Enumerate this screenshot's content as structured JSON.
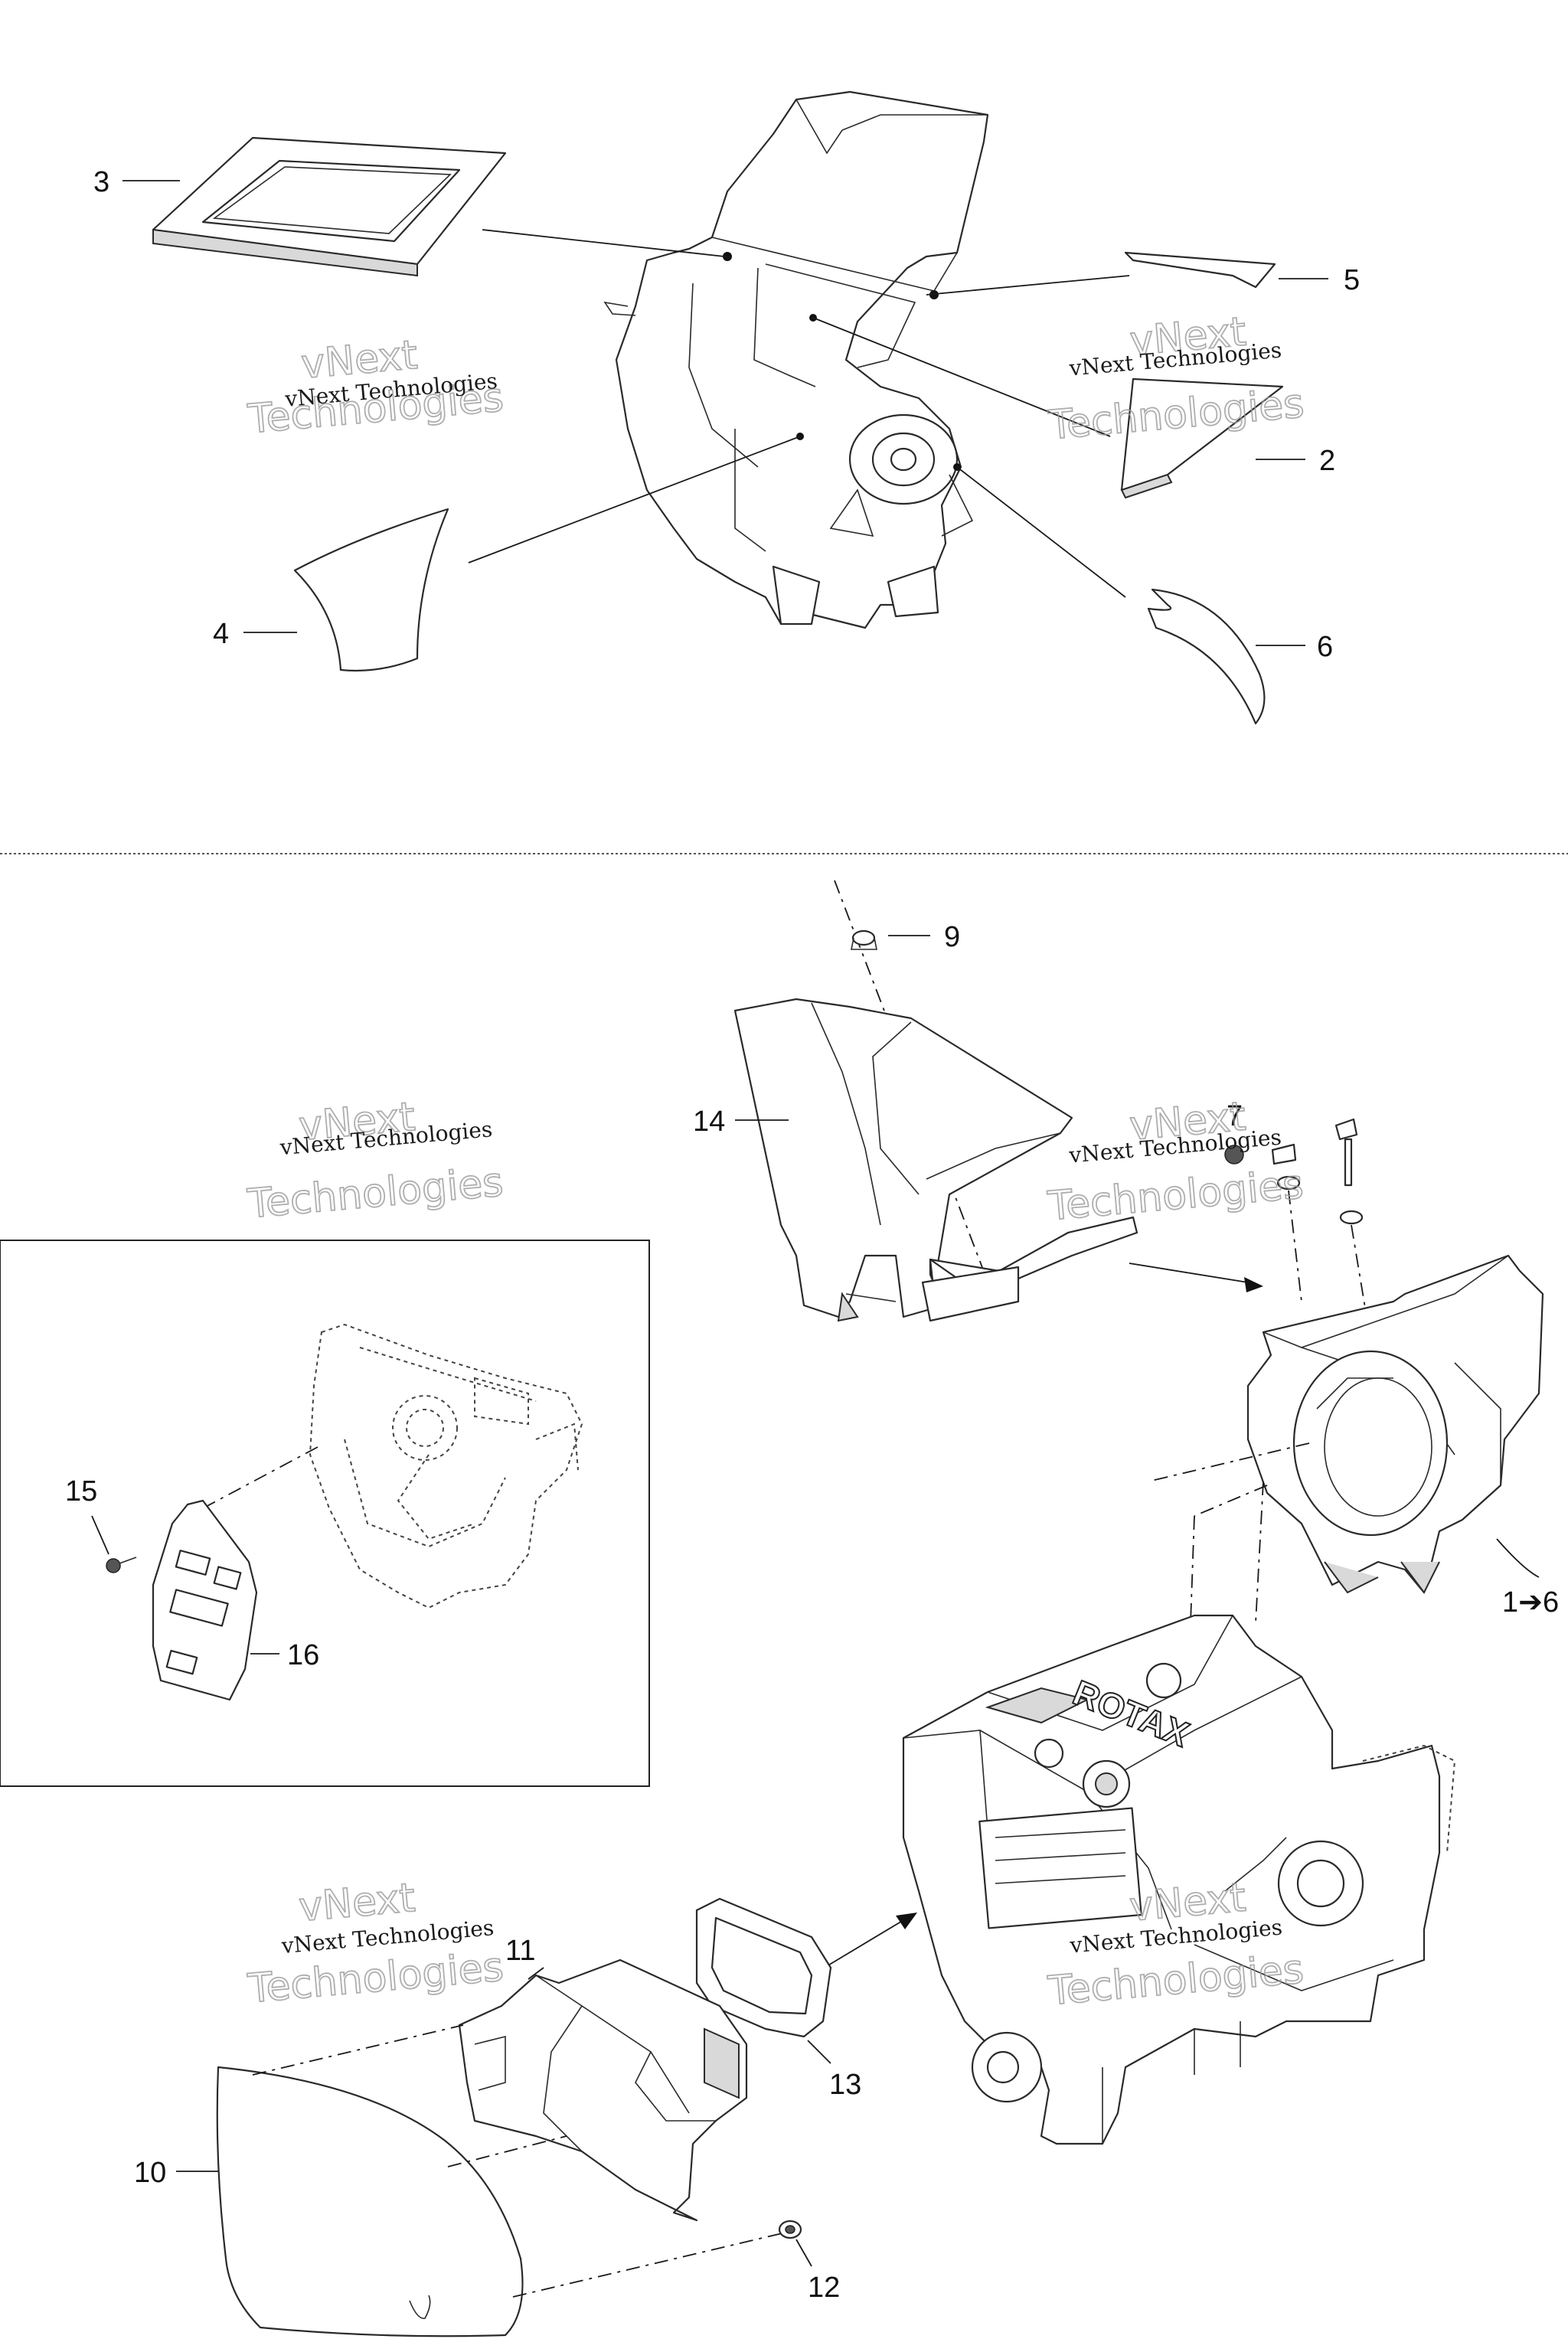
{
  "callouts": {
    "c1": "1➔6",
    "c2": "2",
    "c3": "3",
    "c4": "4",
    "c5": "5",
    "c6": "6",
    "c7": "7",
    "c9": "9",
    "c10": "10",
    "c11": "11",
    "c12": "12",
    "c13": "13",
    "c14": "14",
    "c15": "15",
    "c16": "16"
  },
  "watermark": {
    "line1": "vNext Technologies",
    "big_top": "vNext",
    "big_bottom": "Technologies"
  },
  "engine_logo": "ROTAX"
}
